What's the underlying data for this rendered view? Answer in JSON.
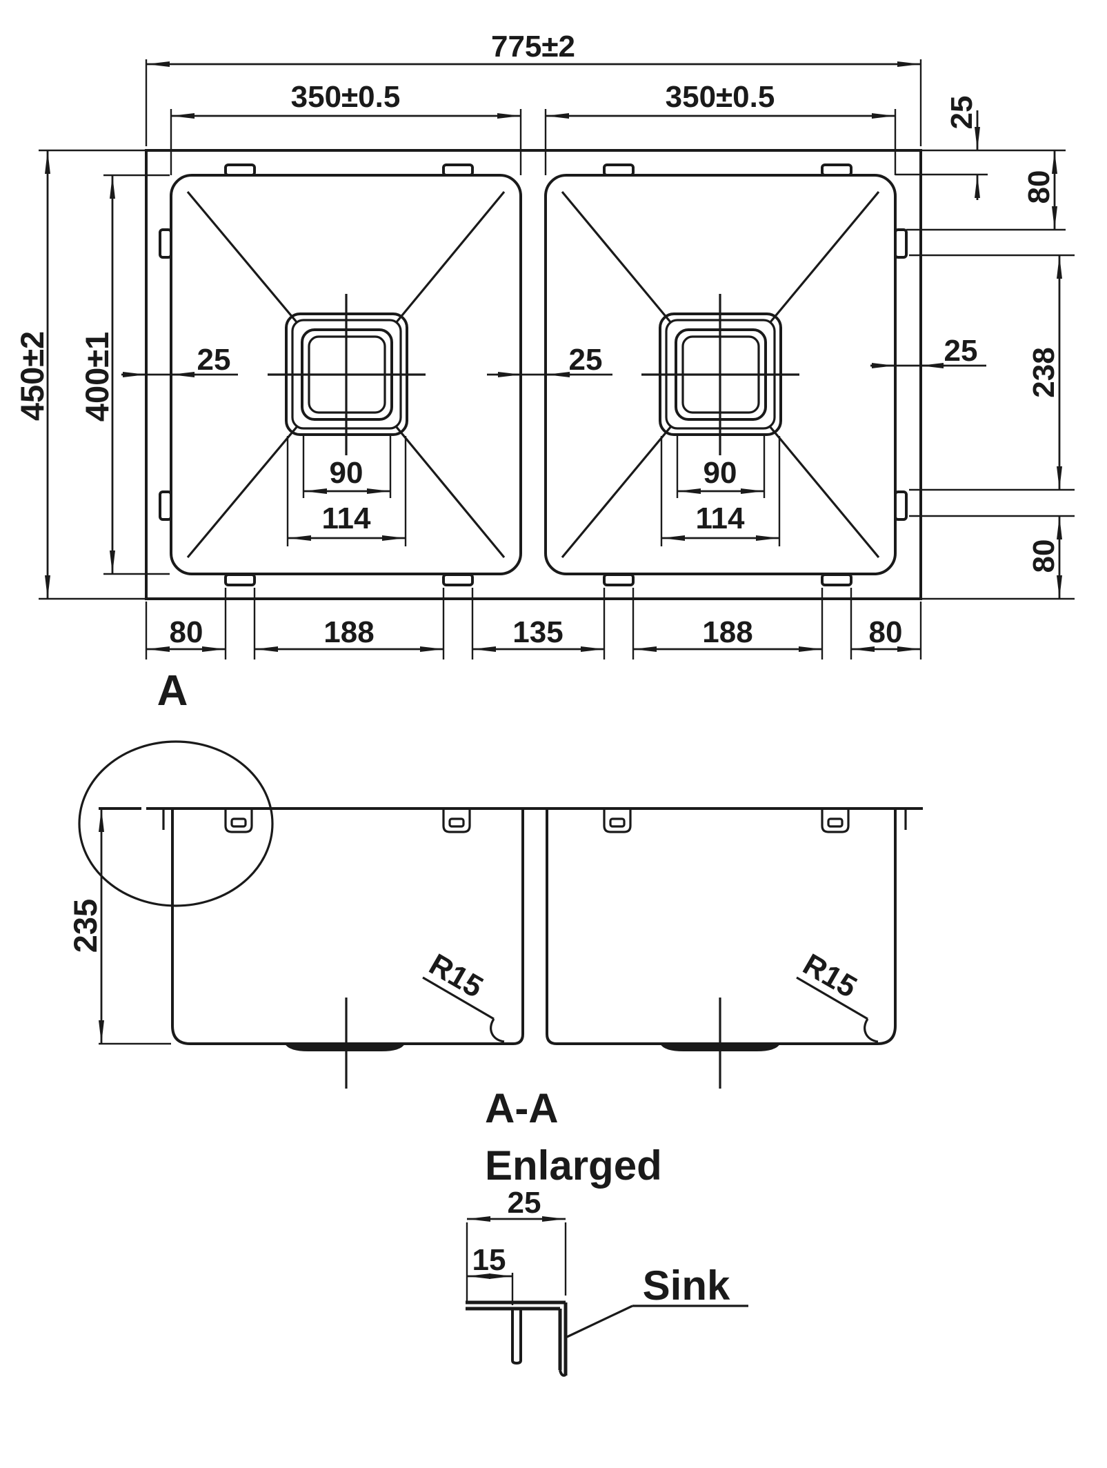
{
  "drawing_type": "sink-technical-drawing",
  "colors": {
    "line": "#1a1a1a",
    "background": "#ffffff"
  },
  "top_view": {
    "dim_overall_width": "775±2",
    "dim_left_bowl_width": "350±0.5",
    "dim_right_bowl_width": "350±0.5",
    "dim_overall_depth": "450±2",
    "dim_bowl_depth": "400±1",
    "dim_left_rim": "25",
    "dim_center_divider": "25",
    "dim_right_rim": "25",
    "dim_rim_top_right": "25",
    "dim_clip_top_right": "80",
    "dim_clip_span_right": "238",
    "dim_clip_bottom_right": "80",
    "left_drain": {
      "dim_inner": "90",
      "dim_outer": "114"
    },
    "right_drain": {
      "dim_inner": "90",
      "dim_outer": "114"
    },
    "dims_bottom": [
      "80",
      "188",
      "135",
      "188",
      "80"
    ]
  },
  "section_view": {
    "marker": "A",
    "dim_depth": "235",
    "radius_left": "R15",
    "radius_right": "R15"
  },
  "detail_view": {
    "title_line1": "A-A",
    "title_line2": "Enlarged",
    "dim_flange_width": "25",
    "dim_hook_offset": "15",
    "label_sink": "Sink"
  }
}
